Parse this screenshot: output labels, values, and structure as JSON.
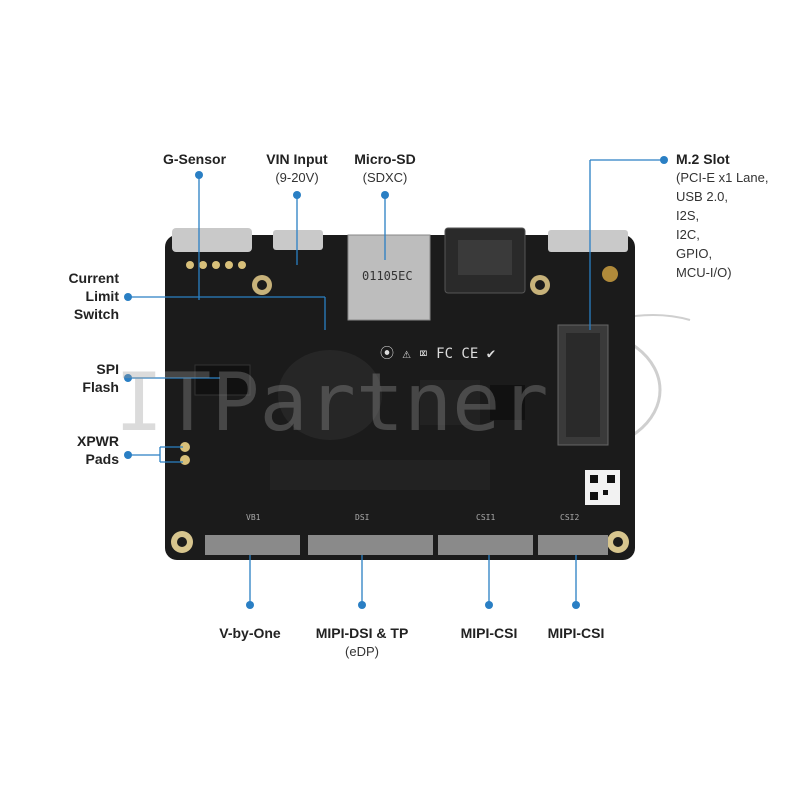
{
  "callouts": {
    "g_sensor": "G-Sensor",
    "vin_title": "VIN Input",
    "vin_sub": "(9-20V)",
    "microsd_title": "Micro-SD",
    "microsd_sub": "(SDXC)",
    "m2_title": "M.2 Slot",
    "m2_items": [
      "(PCI-E x1 Lane,",
      "USB 2.0,",
      "I2S,",
      "I2C,",
      "GPIO,",
      "MCU-I/O)"
    ],
    "current_limit": [
      "Current",
      "Limit",
      "Switch"
    ],
    "spi_flash": [
      "SPI",
      "Flash"
    ],
    "xpwr": [
      "XPWR",
      "Pads"
    ],
    "vbyone": "V-by-One",
    "mipi_dsi_title": "MIPI-DSI & TP",
    "mipi_dsi_sub": "(eDP)",
    "mipi_csi_1": "MIPI-CSI",
    "mipi_csi_2": "MIPI-CSI"
  },
  "board_silkscreen": {
    "sd_marking": "01105EC",
    "vb1": "VB1",
    "dsi": "DSI",
    "csi1": "CSI1",
    "csi2": "CSI2"
  },
  "watermark_text": "ITPartner",
  "colors": {
    "callout_line": "#2a7fc4",
    "board": "#1a1a1a",
    "text": "#222222"
  }
}
